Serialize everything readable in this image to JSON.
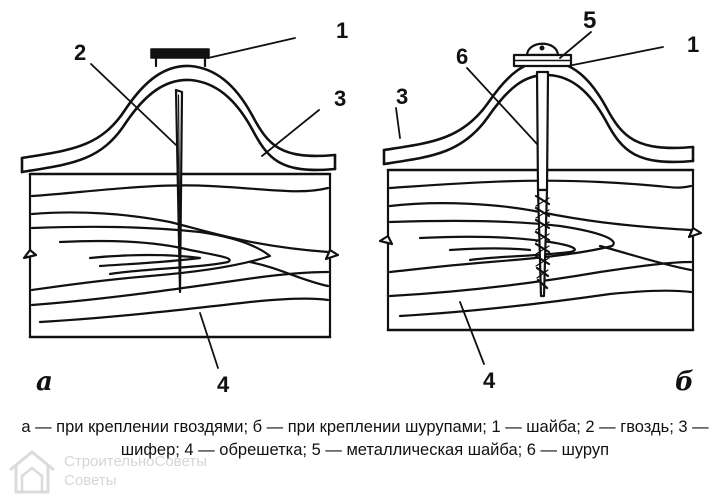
{
  "labels": {
    "a": {
      "washer": "1",
      "nail": "2",
      "slate": "3",
      "batten": "4"
    },
    "b": {
      "metal_washer": "5",
      "screw": "6",
      "washer": "1",
      "slate": "3",
      "batten": "4"
    }
  },
  "panel_letters": {
    "a": "а",
    "b": "б"
  },
  "caption": "а — при креплении гвоздями; б — при креплении шурупами; 1 — шайба; 2 — гвоздь; 3 — шифер; 4 — обрешетка; 5 — металлическая шайба; 6 — шуруп",
  "watermark": {
    "line1": "СтроительноСоветы",
    "line2": "Советы"
  }
}
